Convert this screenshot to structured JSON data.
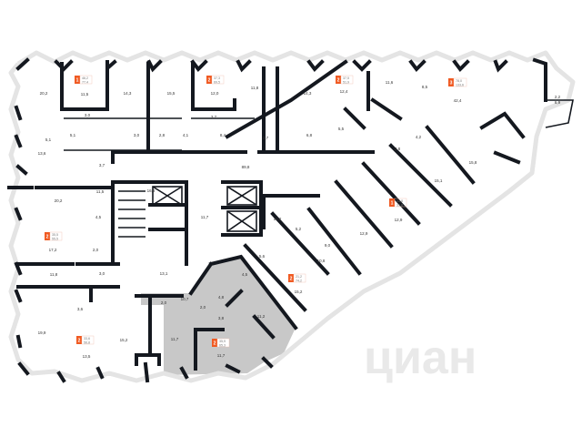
{
  "colors": {
    "accent": "#f05a22",
    "selected_unit": "#c8c8c8",
    "wall": "#14181f"
  },
  "watermark": "циан",
  "units": [
    {
      "rooms": "1",
      "living": "46,2",
      "total": "77,4"
    },
    {
      "rooms": "2",
      "living": "37,3",
      "total": "69,5"
    },
    {
      "rooms": "2",
      "living": "37,5",
      "total": "51,9"
    },
    {
      "rooms": "3",
      "living": "78,0",
      "total": "133,6"
    },
    {
      "rooms": "2",
      "living": "35,5",
      "total": "55,5"
    },
    {
      "rooms": "2",
      "living": "33,6",
      "total": "56,8"
    },
    {
      "rooms": "2",
      "living": "21,2",
      "total": "74,2"
    },
    {
      "rooms": "1",
      "living": "13,8",
      "total": "31,8"
    },
    {
      "rooms": "2",
      "living": "35,9",
      "total": "65,3"
    }
  ],
  "rooms": [
    "20,2",
    "11,5",
    "14,3",
    "15,5",
    "12,0",
    "11,8",
    "14,3",
    "12,4",
    "11,6",
    "8,5",
    "42,4",
    "6,9",
    "5,1",
    "3,0",
    "3,0",
    "2,8",
    "4,1",
    "8,4",
    "3,7",
    "2,7",
    "6,8",
    "5,1",
    "13,6",
    "3,7",
    "89,8",
    "5,5",
    "2,8",
    "4,2",
    "15,1",
    "15,8",
    "12,9",
    "20,2",
    "11,5",
    "4,5",
    "16,3",
    "11,7",
    "17,2",
    "2,0",
    "11,8",
    "3,0",
    "13,1",
    "19,9",
    "3,6",
    "13,5",
    "15,2",
    "11,7",
    "2,0",
    "10,7",
    "4,5",
    "4,8",
    "3,8",
    "2,0",
    "11,2",
    "11,7",
    "5,2",
    "14,2",
    "5,6",
    "10,8",
    "9,0",
    "15,2",
    "12,9",
    "2,2"
  ]
}
